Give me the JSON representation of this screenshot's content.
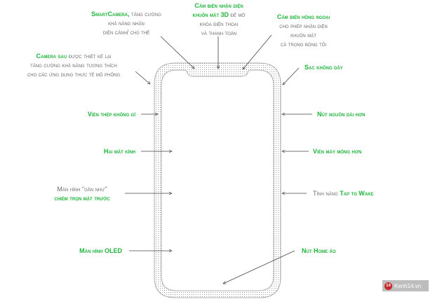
{
  "labels": {
    "smartcamera": {
      "title": "SmartCamera,",
      "rest": "tăng cường",
      "l2": "khả năng nhận",
      "l3": "diện cảnh/ chủ thể"
    },
    "faceid": {
      "l1": "Cảm biến nhận diện",
      "l2a": "khuôn mặt 3D",
      "l2b": "để mở",
      "l3": "khóa điện thoại",
      "l4": "và thanh toán"
    },
    "ir": {
      "title": "Cảm biến hồng ngoại",
      "l2": "cho phép nhận diện",
      "l3": "khuôn mặt",
      "l4": "cả trong bóng tối"
    },
    "rear_camera": {
      "title": "Camera sau",
      "rest": "được thiết kế lại",
      "l2": "tăng cường khả năng tương thích",
      "l3": "cho các ứng dụng thực tế mô phỏng"
    },
    "wireless": "Sạc không dây",
    "steel": "Viền thép không gỉ",
    "glass": "Hai mặt kính",
    "screen_l1": "Màn hình \"gần như\"",
    "screen_l2": "chiếm trọn mặt trước",
    "oled": "Màn hình OLED",
    "power": "Nút nguồn dài hơn",
    "bezel": "Viền máy mỏng hơn",
    "tap_a": "Tính năng",
    "tap_b": "Tap to Wake",
    "home": "Nút Home ảo"
  },
  "watermark": {
    "badge": "14",
    "text": "Kenh14.vn"
  },
  "colors": {
    "green": "#1fb33a",
    "gray": "#6b6b6b"
  }
}
